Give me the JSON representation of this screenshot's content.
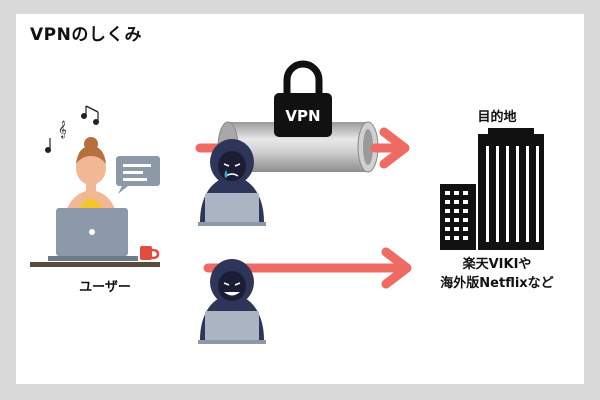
{
  "title": "VPNのしくみ",
  "user_label": "ユーザー",
  "destination_label": "目的地",
  "destination_desc": [
    "楽天VIKIや",
    "海外版Netflixなど"
  ],
  "lock_label": "VPN",
  "colors": {
    "background": "#d9d9d9",
    "arrow": "#f06a64",
    "tunnel": "#bdbdbd",
    "hacker": "#2f3558",
    "building": "#111111",
    "laptop": "#8c99a8",
    "skin": "#f2b896",
    "shirt": "#f5c52e"
  }
}
